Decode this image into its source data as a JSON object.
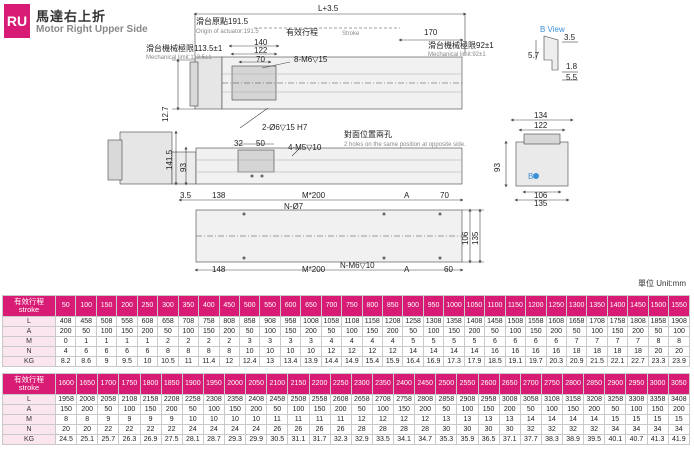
{
  "header": {
    "badge": "RU",
    "title_cn": "馬達右上折",
    "title_en": "Motor Right Upper Side"
  },
  "drawing": {
    "total": "L+3.5",
    "origin_cn": "滑台原點191.5",
    "origin_en": "Origin of actuator:191.5",
    "stroke_cn": "有效行程",
    "stroke_en": "Stroke",
    "d170": "170",
    "d140": "140",
    "d122": "122",
    "d70": "70",
    "m6": "8-M6▽15",
    "mech_l_cn": "滑台機械極限113.5±1",
    "mech_l_en": "Mechanical limit:113.5±1",
    "mech_r_cn": "滑台機械極限92±1",
    "mech_r_en": "Mechanical limit:92±1",
    "bview": "B View",
    "b35": "3.5",
    "b57": "5.7",
    "b18": "1.8",
    "b55": "5.5",
    "d127": "12.7",
    "phi": "2-Ø6▽15 H7",
    "opp_cn": "對面位置兩孔",
    "opp_en": "2 holes on the same position at opposite side.",
    "m5": "4-M5▽10",
    "d32": "32",
    "d50": "50",
    "d1415": "141.5",
    "d93": "93",
    "s134": "134",
    "s122": "122",
    "s93": "93",
    "s106": "106",
    "s135": "135",
    "bmark": "B",
    "d35b": "3.5",
    "d138": "138",
    "mstar200": "M*200",
    "A1": "A",
    "d70b": "70",
    "n7": "N-Ø7",
    "d106": "106",
    "d135": "135",
    "d148": "148",
    "mstar200b": "M*200",
    "A2": "A",
    "d60": "60",
    "nm6": "N-M6▽10"
  },
  "unit_label": "單位 Unit:mm",
  "table1": {
    "header_cn": "有效行程",
    "header_en": "stroke",
    "strokes": [
      "50",
      "100",
      "150",
      "200",
      "250",
      "300",
      "350",
      "400",
      "450",
      "500",
      "550",
      "600",
      "650",
      "700",
      "750",
      "800",
      "850",
      "900",
      "950",
      "1000",
      "1050",
      "1100",
      "1150",
      "1200",
      "1250",
      "1300",
      "1350",
      "1400",
      "1450",
      "1500",
      "1550"
    ],
    "rows": [
      {
        "name": "L",
        "values": [
          "408",
          "458",
          "508",
          "558",
          "608",
          "658",
          "708",
          "758",
          "808",
          "858",
          "908",
          "958",
          "1008",
          "1058",
          "1108",
          "1158",
          "1208",
          "1258",
          "1308",
          "1358",
          "1408",
          "1458",
          "1508",
          "1558",
          "1608",
          "1658",
          "1708",
          "1758",
          "1808",
          "1858",
          "1908"
        ]
      },
      {
        "name": "A",
        "values": [
          "200",
          "50",
          "100",
          "150",
          "200",
          "50",
          "100",
          "150",
          "200",
          "50",
          "100",
          "150",
          "200",
          "50",
          "100",
          "150",
          "200",
          "50",
          "100",
          "150",
          "200",
          "50",
          "100",
          "150",
          "200",
          "50",
          "100",
          "150",
          "200",
          "50",
          "100"
        ]
      },
      {
        "name": "M",
        "values": [
          "0",
          "1",
          "1",
          "1",
          "1",
          "2",
          "2",
          "2",
          "2",
          "3",
          "3",
          "3",
          "3",
          "4",
          "4",
          "4",
          "4",
          "5",
          "5",
          "5",
          "5",
          "6",
          "6",
          "6",
          "6",
          "7",
          "7",
          "7",
          "7",
          "8",
          "8"
        ]
      },
      {
        "name": "N",
        "values": [
          "4",
          "6",
          "6",
          "6",
          "6",
          "8",
          "8",
          "8",
          "8",
          "10",
          "10",
          "10",
          "10",
          "12",
          "12",
          "12",
          "12",
          "14",
          "14",
          "14",
          "14",
          "16",
          "16",
          "16",
          "16",
          "18",
          "18",
          "18",
          "18",
          "20",
          "20"
        ]
      },
      {
        "name": "KG",
        "values": [
          "8.2",
          "8.6",
          "9",
          "9.5",
          "10",
          "10.5",
          "11",
          "11.4",
          "12",
          "12.4",
          "13",
          "13.4",
          "13.9",
          "14.4",
          "14.9",
          "15.4",
          "15.9",
          "16.4",
          "16.9",
          "17.3",
          "17.9",
          "18.5",
          "19.1",
          "19.7",
          "20.3",
          "20.9",
          "21.5",
          "22.1",
          "22.7",
          "23.3",
          "23.9"
        ]
      }
    ]
  },
  "table2": {
    "header_cn": "有效行程",
    "header_en": "stroke",
    "strokes": [
      "1600",
      "1650",
      "1700",
      "1750",
      "1800",
      "1850",
      "1900",
      "1950",
      "2000",
      "2050",
      "2100",
      "2150",
      "2200",
      "2250",
      "2300",
      "2350",
      "2400",
      "2450",
      "2500",
      "2550",
      "2600",
      "2650",
      "2700",
      "2750",
      "2800",
      "2850",
      "2900",
      "2950",
      "3000",
      "3050"
    ],
    "rows": [
      {
        "name": "L",
        "values": [
          "1958",
          "2008",
          "2058",
          "2108",
          "2158",
          "2208",
          "2258",
          "2308",
          "2358",
          "2408",
          "2458",
          "2508",
          "2558",
          "2608",
          "2658",
          "2708",
          "2758",
          "2808",
          "2858",
          "2908",
          "2958",
          "3008",
          "3058",
          "3108",
          "3158",
          "3208",
          "3258",
          "3308",
          "3358",
          "3408"
        ]
      },
      {
        "name": "A",
        "values": [
          "150",
          "200",
          "50",
          "100",
          "150",
          "200",
          "50",
          "100",
          "150",
          "200",
          "50",
          "100",
          "150",
          "200",
          "50",
          "100",
          "150",
          "200",
          "50",
          "100",
          "150",
          "200",
          "50",
          "100",
          "150",
          "200",
          "50",
          "100",
          "150",
          "200"
        ]
      },
      {
        "name": "M",
        "values": [
          "8",
          "8",
          "9",
          "9",
          "9",
          "9",
          "10",
          "10",
          "10",
          "10",
          "11",
          "11",
          "11",
          "11",
          "12",
          "12",
          "12",
          "12",
          "13",
          "13",
          "13",
          "13",
          "14",
          "14",
          "14",
          "14",
          "15",
          "15",
          "15",
          "15"
        ]
      },
      {
        "name": "N",
        "values": [
          "20",
          "20",
          "22",
          "22",
          "22",
          "22",
          "24",
          "24",
          "24",
          "24",
          "26",
          "26",
          "26",
          "26",
          "28",
          "28",
          "28",
          "28",
          "30",
          "30",
          "30",
          "30",
          "32",
          "32",
          "32",
          "32",
          "34",
          "34",
          "34",
          "34"
        ]
      },
      {
        "name": "KG",
        "values": [
          "24.5",
          "25.1",
          "25.7",
          "26.3",
          "26.9",
          "27.5",
          "28.1",
          "28.7",
          "29.3",
          "29.9",
          "30.5",
          "31.1",
          "31.7",
          "32.3",
          "32.9",
          "33.5",
          "34.1",
          "34.7",
          "35.3",
          "35.9",
          "36.5",
          "37.1",
          "37.7",
          "38.3",
          "38.9",
          "39.5",
          "40.1",
          "40.7",
          "41.3",
          "41.9"
        ]
      }
    ]
  }
}
